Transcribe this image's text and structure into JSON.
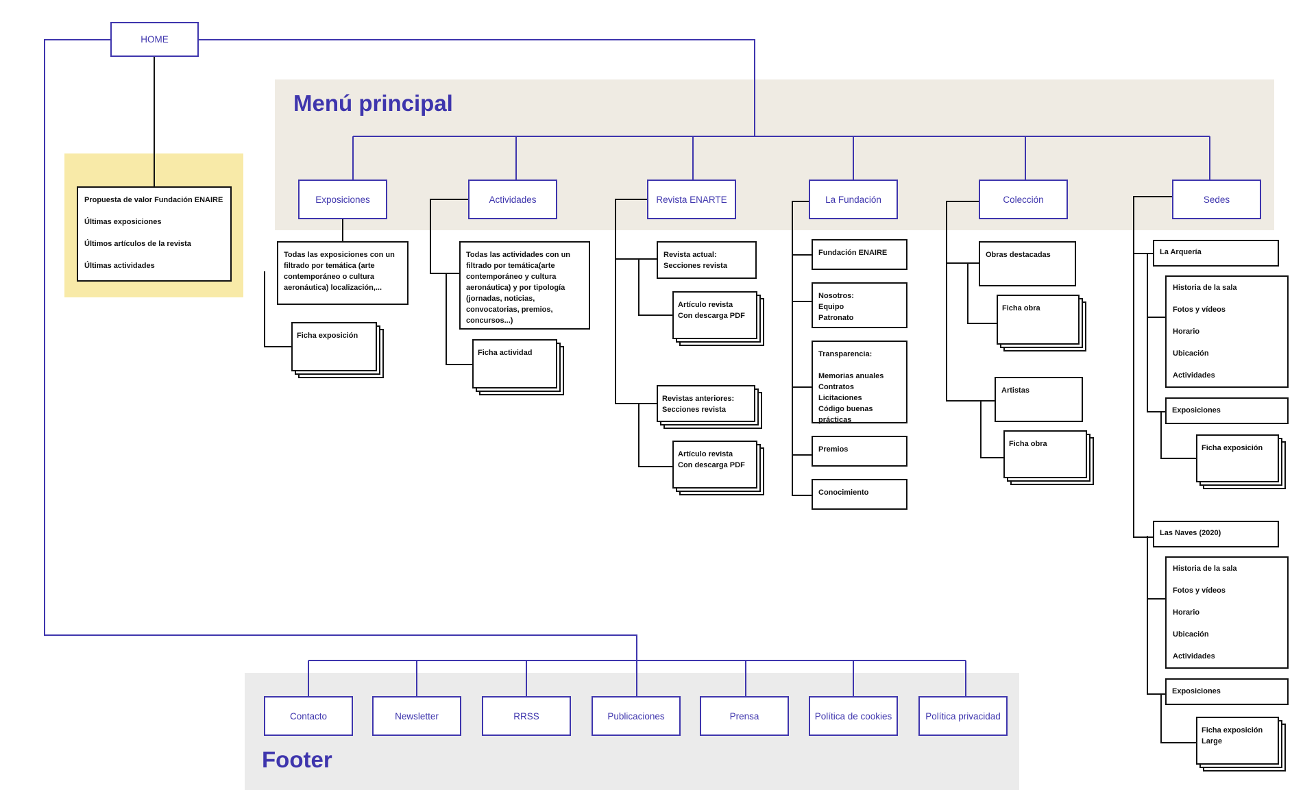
{
  "home": {
    "label": "HOME",
    "highlights": [
      "Propuesta de valor Fundación ENAIRE",
      "Últimas exposiciones",
      "Últimos artículos de la revista",
      "Últimas actividades"
    ]
  },
  "menu": {
    "title": "Menú principal",
    "items": [
      "Exposiciones",
      "Actividades",
      "Revista ENARTE",
      "La Fundación",
      "Colección",
      "Sedes"
    ]
  },
  "exposiciones": {
    "description": "Todas las exposiciones con un\nfiltrado por temática (arte\ncontemporáneo o cultura\naeronáutica) localización,...",
    "ficha": "Ficha exposición"
  },
  "actividades": {
    "description": "Todas las actividades con un\nfiltrado por temática(arte\ncontemporáneo y cultura\naeronáutica) y por tipología\n(jornadas, noticias,\nconvocatorias, premios,\nconcursos...)",
    "ficha": "Ficha actividad"
  },
  "revista": {
    "actual": "Revista actual:\nSecciones revista",
    "articulo_actual": "Artículo revista\nCon descarga PDF",
    "anteriores": "Revistas anteriores:\nSecciones revista",
    "articulo_anterior": "Artículo revista\nCon descarga PDF"
  },
  "fundacion": {
    "items": [
      "Fundación ENAIRE",
      "Nosotros:\nEquipo\nPatronato",
      "Transparencia:\n\nMemorias anuales\nContratos\nLicitaciones\nCódigo buenas prácticas",
      "Premios",
      "Conocimiento"
    ]
  },
  "coleccion": {
    "obras": "Obras destacadas",
    "ficha_obra_1": "Ficha obra",
    "artistas": "Artistas",
    "ficha_obra_2": "Ficha obra"
  },
  "sedes": {
    "arqueria": "La Arquería",
    "arqueria_items": [
      "Historia de la sala",
      "Fotos y vídeos",
      "Horario",
      "Ubicación",
      "Actividades"
    ],
    "arqueria_exposiciones": "Exposiciones",
    "arqueria_ficha": "Ficha exposición",
    "naves": "Las Naves (2020)",
    "naves_items": [
      "Historia de la sala",
      "Fotos y vídeos",
      "Horario",
      "Ubicación",
      "Actividades"
    ],
    "naves_exposiciones": "Exposiciones",
    "naves_ficha": "Ficha exposición\nLarge"
  },
  "footer": {
    "title": "Footer",
    "items": [
      "Contacto",
      "Newsletter",
      "RRSS",
      "Publicaciones",
      "Prensa",
      "Política de cookies",
      "Política privacidad"
    ]
  },
  "colors": {
    "accent": "#3e35ad",
    "menu_band": "#efebe3",
    "footer_band": "#ebebeb",
    "home_band": "#f8eaa8",
    "ink": "#111111"
  }
}
